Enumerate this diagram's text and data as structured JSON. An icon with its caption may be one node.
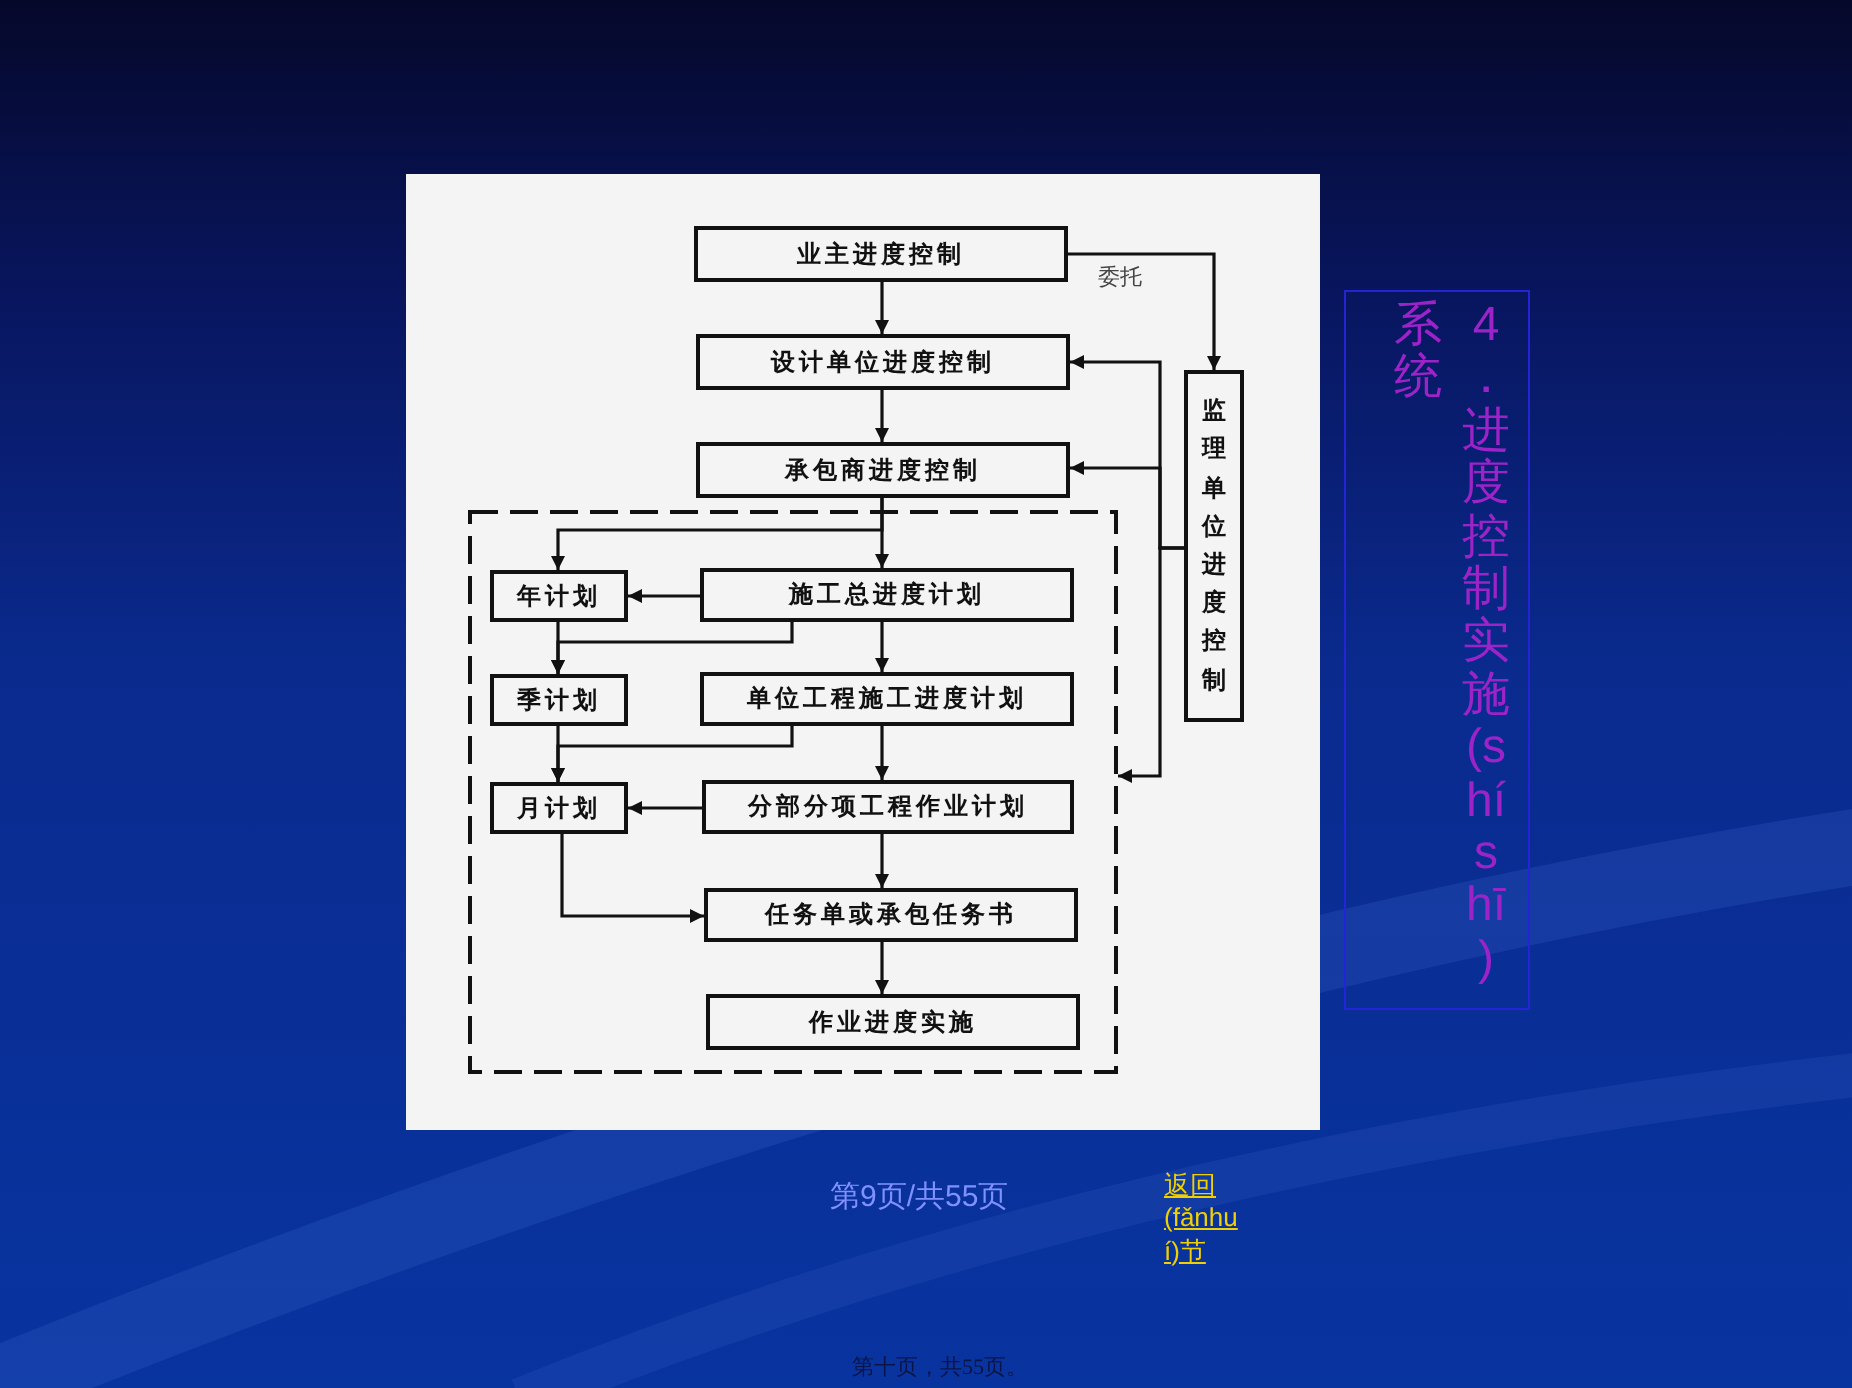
{
  "diagram": {
    "title": "4．进度控制实施(shíshī)系统",
    "nodes": [
      {
        "text": [
          "业主进度控制"
        ]
      },
      {
        "text": [
          "设计单位进度控制"
        ]
      },
      {
        "text": [
          "监理单位进度控制"
        ]
      },
      {
        "text": [
          "承包商进度控制"
        ]
      },
      {
        "text": [],
        "shape": "box"
      },
      {
        "text": [
          "年计划"
        ],
        "in": 4
      },
      {
        "text": [
          "施工总进度计划"
        ],
        "in": 4
      },
      {
        "text": [
          "季计划"
        ],
        "in": 4
      },
      {
        "text": [
          "单位工程施工进度计划"
        ],
        "in": 4
      },
      {
        "text": [
          "月计划"
        ],
        "in": 4
      },
      {
        "text": [
          "分部分项工程作业计划"
        ],
        "in": 4
      },
      {
        "text": [
          "任务单或承包任务书"
        ],
        "in": 4
      },
      {
        "text": [
          "作业进度实施"
        ],
        "in": 4
      }
    ],
    "edges": [
      {
        "from": 0,
        "to": 1,
        "arrow": "to"
      },
      {
        "from": 1,
        "to": 3,
        "arrow": "to"
      },
      {
        "from": 0,
        "to": 2,
        "arrow": "to",
        "label": "委托"
      },
      {
        "from": 2,
        "to": 1,
        "arrow": "to"
      },
      {
        "from": 2,
        "to": 3,
        "arrow": "to"
      },
      {
        "from": 2,
        "to": 4,
        "arrow": "to"
      },
      {
        "from": 3,
        "to": 6,
        "arrow": "to"
      },
      {
        "from": 3,
        "to": 5,
        "arrow": "to"
      },
      {
        "from": 6,
        "to": 5,
        "arrow": "to"
      },
      {
        "from": 5,
        "to": 7,
        "arrow": "to"
      },
      {
        "from": 6,
        "to": 7,
        "arrow": "to"
      },
      {
        "from": 6,
        "to": 8,
        "arrow": "to"
      },
      {
        "from": 7,
        "to": 9,
        "arrow": "to"
      },
      {
        "from": 8,
        "to": 9,
        "arrow": "to"
      },
      {
        "from": 8,
        "to": 10,
        "arrow": "to"
      },
      {
        "from": 10,
        "to": 9,
        "arrow": "to"
      },
      {
        "from": 9,
        "to": 11,
        "arrow": "to"
      },
      {
        "from": 10,
        "to": 11,
        "arrow": "to"
      },
      {
        "from": 11,
        "to": 12,
        "arrow": "to"
      }
    ],
    "labels": [
      "第9页/共55页",
      "返回(fǎnhuí)节",
      "第十页，共55页。"
    ]
  }
}
